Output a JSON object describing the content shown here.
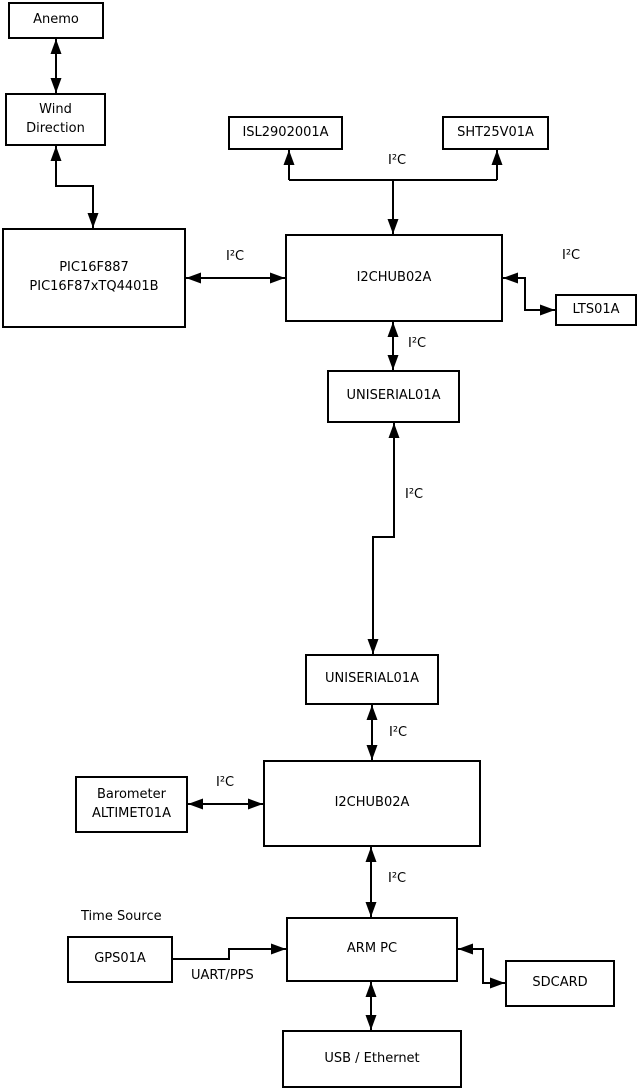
{
  "diagram": {
    "nodes": {
      "anemo": {
        "label": "Anemo"
      },
      "wind": {
        "label": "Wind\nDirection"
      },
      "pic": {
        "label": "PIC16F887\nPIC16F87xTQ4401B"
      },
      "isl": {
        "label": "ISL2902001A"
      },
      "sht": {
        "label": "SHT25V01A"
      },
      "hub1": {
        "label": "I2CHUB02A"
      },
      "lts": {
        "label": "LTS01A"
      },
      "uniserial1": {
        "label": "UNISERIAL01A"
      },
      "uniserial2": {
        "label": "UNISERIAL01A"
      },
      "hub2": {
        "label": "I2CHUB02A"
      },
      "barometer": {
        "label": "Barometer\nALTIMET01A"
      },
      "gps": {
        "label": "GPS01A"
      },
      "arm_pc": {
        "label": "ARM PC"
      },
      "sdcard": {
        "label": "SDCARD"
      },
      "usb_ethernet": {
        "label": "USB / Ethernet"
      }
    },
    "edge_labels": {
      "i2c": "I²C",
      "uart_pps": "UART/PPS",
      "time_source": "Time Source"
    },
    "colors": {
      "background": "#ffffff",
      "line": "#000000",
      "text": "#000000"
    }
  }
}
